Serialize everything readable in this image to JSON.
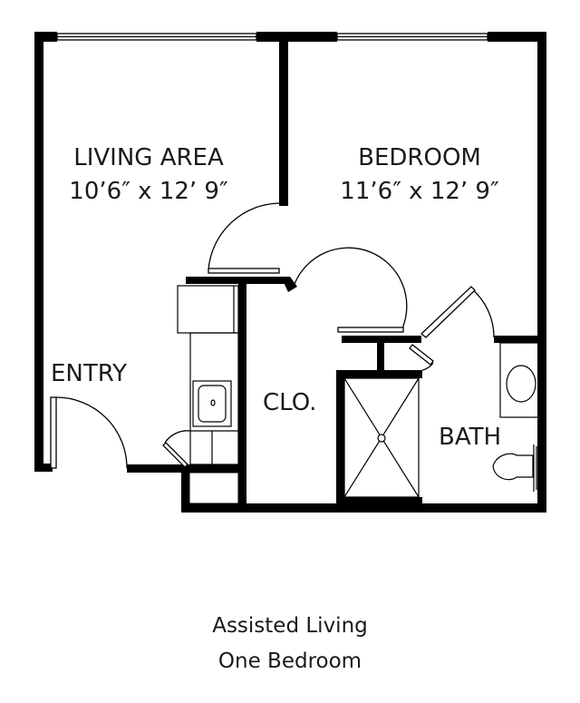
{
  "floorplan": {
    "rooms": [
      {
        "name": "LIVING AREA",
        "dimensions": "10’6″ x 12’ 9″"
      },
      {
        "name": "BEDROOM",
        "dimensions": "11’6″ x 12’ 9″"
      },
      {
        "name": "ENTRY"
      },
      {
        "name": "CLO."
      },
      {
        "name": "BATH"
      }
    ]
  },
  "caption": {
    "line1": "Assisted Living",
    "line2": "One Bedroom"
  },
  "colors": {
    "wall": "#000000",
    "background": "#ffffff"
  }
}
